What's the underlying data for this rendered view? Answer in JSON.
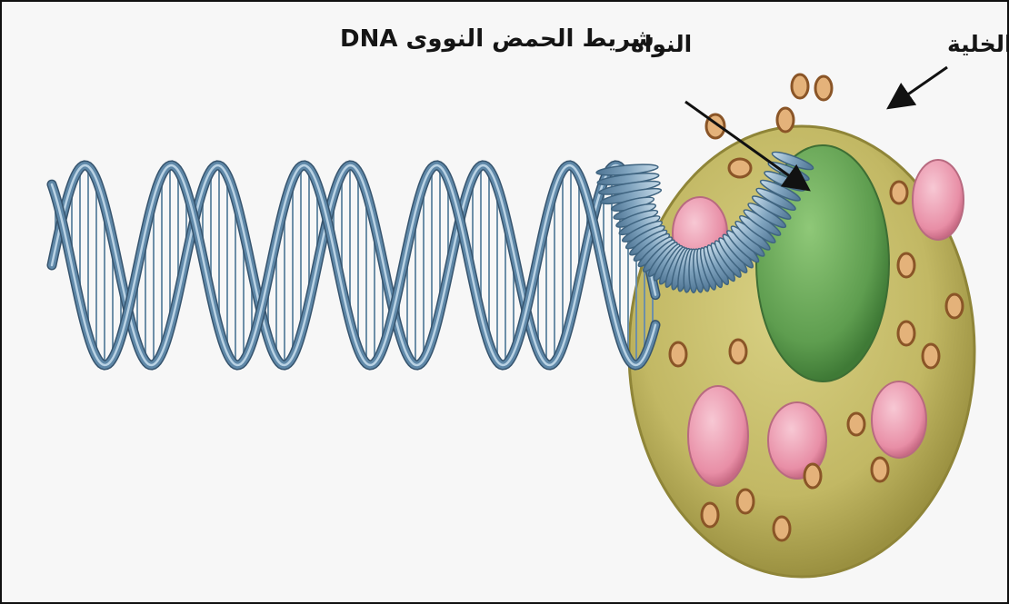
{
  "labels": {
    "dna_strand": "شريط الحمض النووى DNA",
    "nucleus": "النواة",
    "cell": "الخلية"
  },
  "colors": {
    "background": "#f7f7f7",
    "dna_blue": "#5f88a8",
    "cytoplasm": "#c2b864",
    "nucleus_green": "#68a85a",
    "vacuole_pink": "#ec9fb3",
    "granule_orange": "#d49a55"
  }
}
